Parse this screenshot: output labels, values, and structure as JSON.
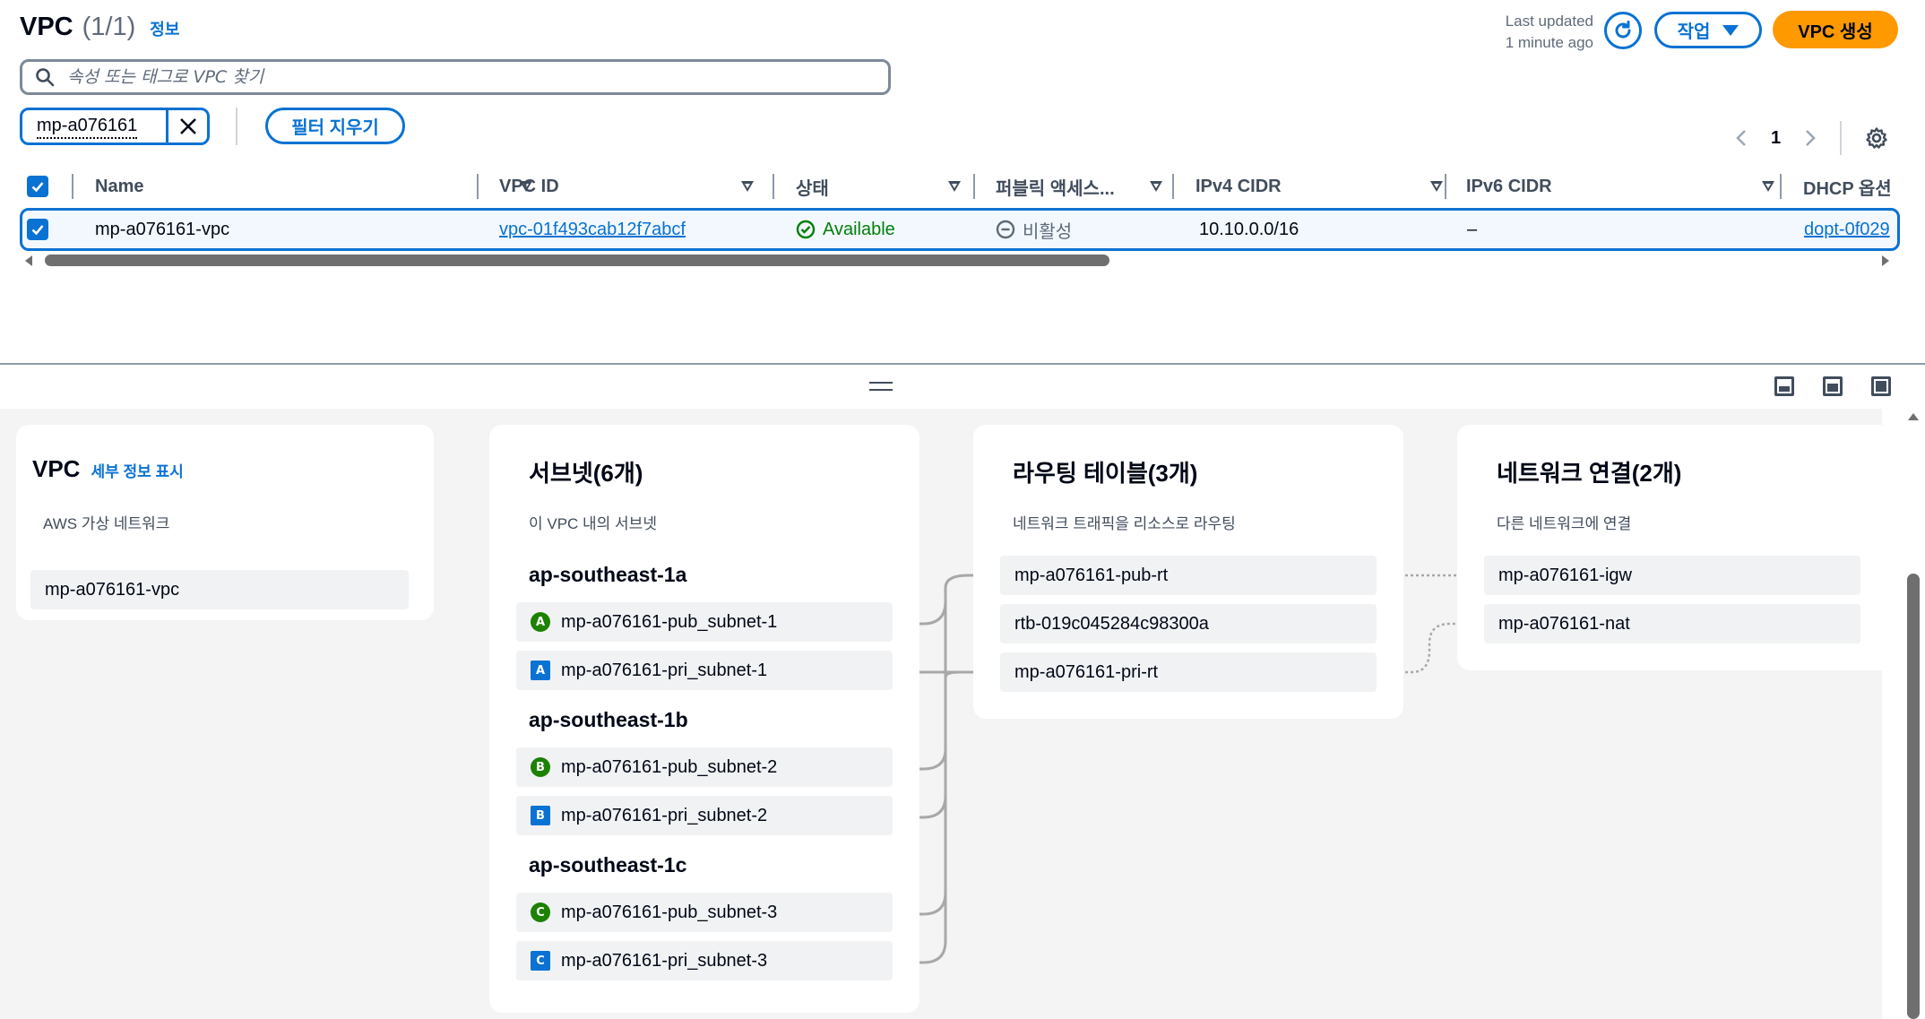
{
  "header": {
    "title": "VPC",
    "count": "(1/1)",
    "info_link": "정보",
    "last_updated_line1": "Last updated",
    "last_updated_line2": "1 minute ago",
    "actions_label": "작업",
    "create_label": "VPC 생성"
  },
  "search": {
    "placeholder": "속성 또는 태그로 VPC 찾기"
  },
  "filters": {
    "token": "mp-a076161",
    "clear_label": "필터 지우기"
  },
  "pagination": {
    "current_page": "1"
  },
  "table": {
    "columns": [
      "Name",
      "VPC ID",
      "상태",
      "퍼블릭 액세스...",
      "IPv4 CIDR",
      "IPv6 CIDR",
      "DHCP 옵션"
    ],
    "rows": [
      {
        "name": "mp-a076161-vpc",
        "vpc_id": "vpc-01f493cab12f7abcf",
        "status": "Available",
        "public_access": "비활성",
        "ipv4_cidr": "10.10.0.0/16",
        "ipv6_cidr": "–",
        "dhcp": "dopt-0f029"
      }
    ]
  },
  "resource_map": {
    "vpc": {
      "title": "VPC",
      "detail_link": "세부 정보 표시",
      "subtitle": "AWS 가상 네트워크",
      "items": [
        "mp-a076161-vpc"
      ]
    },
    "subnets": {
      "title": "서브넷(6개)",
      "subtitle": "이 VPC 내의 서브넷",
      "zones": [
        {
          "name": "ap-southeast-1a",
          "items": [
            {
              "badge": "A",
              "kind": "public",
              "label": "mp-a076161-pub_subnet-1"
            },
            {
              "badge": "A",
              "kind": "private",
              "label": "mp-a076161-pri_subnet-1"
            }
          ]
        },
        {
          "name": "ap-southeast-1b",
          "items": [
            {
              "badge": "B",
              "kind": "public",
              "label": "mp-a076161-pub_subnet-2"
            },
            {
              "badge": "B",
              "kind": "private",
              "label": "mp-a076161-pri_subnet-2"
            }
          ]
        },
        {
          "name": "ap-southeast-1c",
          "items": [
            {
              "badge": "C",
              "kind": "public",
              "label": "mp-a076161-pub_subnet-3"
            },
            {
              "badge": "C",
              "kind": "private",
              "label": "mp-a076161-pri_subnet-3"
            }
          ]
        }
      ]
    },
    "route_tables": {
      "title": "라우팅 테이블(3개)",
      "subtitle": "네트워크 트래픽을 리소스로 라우팅",
      "items": [
        "mp-a076161-pub-rt",
        "rtb-019c045284c98300a",
        "mp-a076161-pri-rt"
      ]
    },
    "network_connections": {
      "title": "네트워크 연결(2개)",
      "subtitle": "다른 네트워크에 연결",
      "items": [
        "mp-a076161-igw",
        "mp-a076161-nat"
      ]
    }
  },
  "colors": {
    "accent": "#0972d3",
    "primary_button": "#ff9900",
    "success": "#037f0c",
    "public_badge": "#1d8102",
    "private_badge": "#0972d3",
    "map_background": "#f4f4f4"
  },
  "icons": [
    "search-icon",
    "close-icon",
    "refresh-icon",
    "caret-down-icon",
    "chevron-left-icon",
    "chevron-right-icon",
    "settings-icon",
    "check-circle-icon",
    "minus-circle-icon",
    "sort-icon",
    "panel-bottom-icon",
    "panel-side-icon",
    "panel-full-icon"
  ]
}
